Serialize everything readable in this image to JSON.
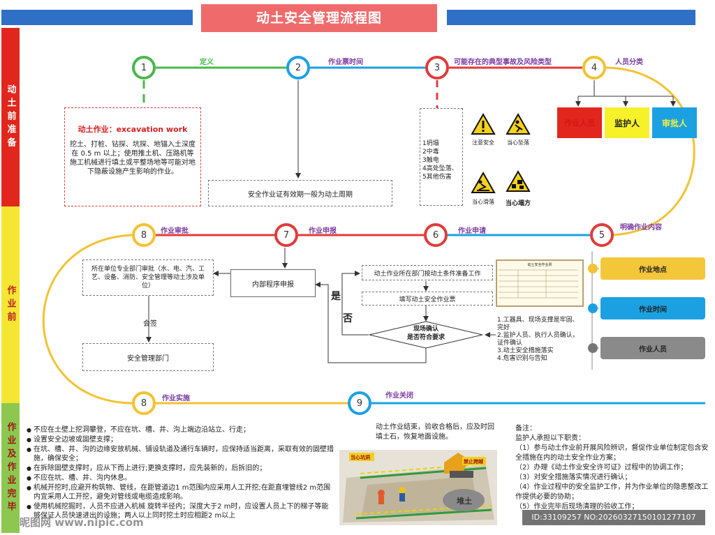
{
  "title": "动土安全管理流程图",
  "side_labels": {
    "top": "动土前准备",
    "middle": "作业前",
    "bottom": "作业及作业完毕"
  },
  "colors": {
    "green": "#49b84b",
    "blue": "#1ba1e2",
    "red": "#e23b3b",
    "yellow": "#f2c233",
    "navy": "#2f6fc6",
    "side_red": "#e2261d",
    "side_yellow": "#f5e632",
    "side_green": "#8cc850"
  },
  "steps": {
    "s1": {
      "num": "1",
      "label": "定义"
    },
    "s2": {
      "num": "2",
      "label": "作业票时间"
    },
    "s3": {
      "num": "3",
      "label": "可能存在的典型事故及风险类型"
    },
    "s4": {
      "num": "4",
      "label": "人员分类"
    },
    "s5": {
      "num": "5",
      "label": "明确作业内容"
    },
    "s6": {
      "num": "6",
      "label": "作业申请"
    },
    "s7": {
      "num": "7",
      "label": "作业申报"
    },
    "s8": {
      "num": "8",
      "label": "作业审批"
    },
    "s8b": {
      "num": "8",
      "label": "作业实施"
    },
    "s9": {
      "num": "9",
      "label": "作业关闭"
    }
  },
  "definition": {
    "heading": "动土作业：excavation work",
    "body": "挖土、打桩、钻探、坑探、地锚入土深度在 0.5 m 以上；使用推土机、压路机等施工机械进行填土或平整场地等可能对地下隐蔽设施产生影响的作业。"
  },
  "permit_time": "安全作业证有效期一般为动土周期",
  "risks": [
    "1坍塌",
    "2中毒",
    "3触电",
    "4高处坠落、",
    "5其他伤害"
  ],
  "signs": [
    "注意安全",
    "当心坠落",
    "当心滑落",
    "当心塌方"
  ],
  "people": [
    {
      "label": "作业人员"
    },
    {
      "label": "监护人"
    },
    {
      "label": "审批人"
    }
  ],
  "content_pills": [
    "作业地点",
    "作业时间",
    "作业人员"
  ],
  "approval": {
    "dept_review": "所在单位专业部门审批（水、电、汽、工艺、设备、消防、安全管理等动土涉及单位）",
    "countersign": "会签",
    "safety_dept": "安全管理部门",
    "internal": "内部程序申报",
    "prepare": "动土作业所在部门按动土条件准备工作",
    "fill_ticket": "填写动土安全作业票",
    "decision": "现场确认\n是否符合要求",
    "yes": "是",
    "no": "否"
  },
  "confirm_items": [
    "1.工器具、现场支撑是牢固、完好",
    "2.监护人员、执行人员确认，证件确认",
    "3.动土安全措施落实",
    "4.危害识别与告知"
  ],
  "form_title": "动土安全作业票",
  "implementation": [
    "不应在土壁上挖洞攀登，不应在坑、槽、井、沟上端边沿站立、行走；",
    "设置安全边坡或固壁支撑；",
    "在坑、槽、井、沟的边缘安放机械、铺设轨道及通行车辆时，应保持适当距离，采取有效的固壁措施，确保安全；",
    "在拆除固壁支撑时，应从下而上进行;更换支撑时，应先装新的，后拆旧的；",
    "不应在坑、槽、井、沟内休息。",
    "机械开挖时,应避开构筑物、管线，在距管道边1 m范围内应采用人工开挖;在距直埋管线2 m范围内宜采用人工开挖，避免对管线或电缆造成影响。",
    "使用机械挖掘时，人员不应进入机械 旋转半径内；深度大于2 m时，应设置人员上下的梯子等能够保证人员快速进出的设施；两人以上同时挖土时应相距2 m以上"
  ],
  "closure": "动土作业结束，验收合格后，应及时回填土石，恢复地面设施。",
  "illustration": {
    "soil": "堆土",
    "sign1": "当心坑洞",
    "sign2": "禁止跨越"
  },
  "notes": {
    "heading": "备注：",
    "sub": "监护人承担以下职责：",
    "items": [
      "（1）参与动土作业前开展风险辨识，督促作业单位制定包含安全措施在内的动土安全作业方案；",
      "（2）办理《动土作业安全许可证》过程中的协调工作；",
      "（3）对安全措施落实情况进行确认；",
      "（4）作业过程中的安全监护工作，并为作业单位的隐患整改工作提供必要的协助；",
      "（5）作业完毕后现场清理的验收工作；"
    ]
  },
  "watermark_left": "昵图网 www.nipic.com",
  "watermark_right": "ID:33109257 NO:20260327150101277107"
}
